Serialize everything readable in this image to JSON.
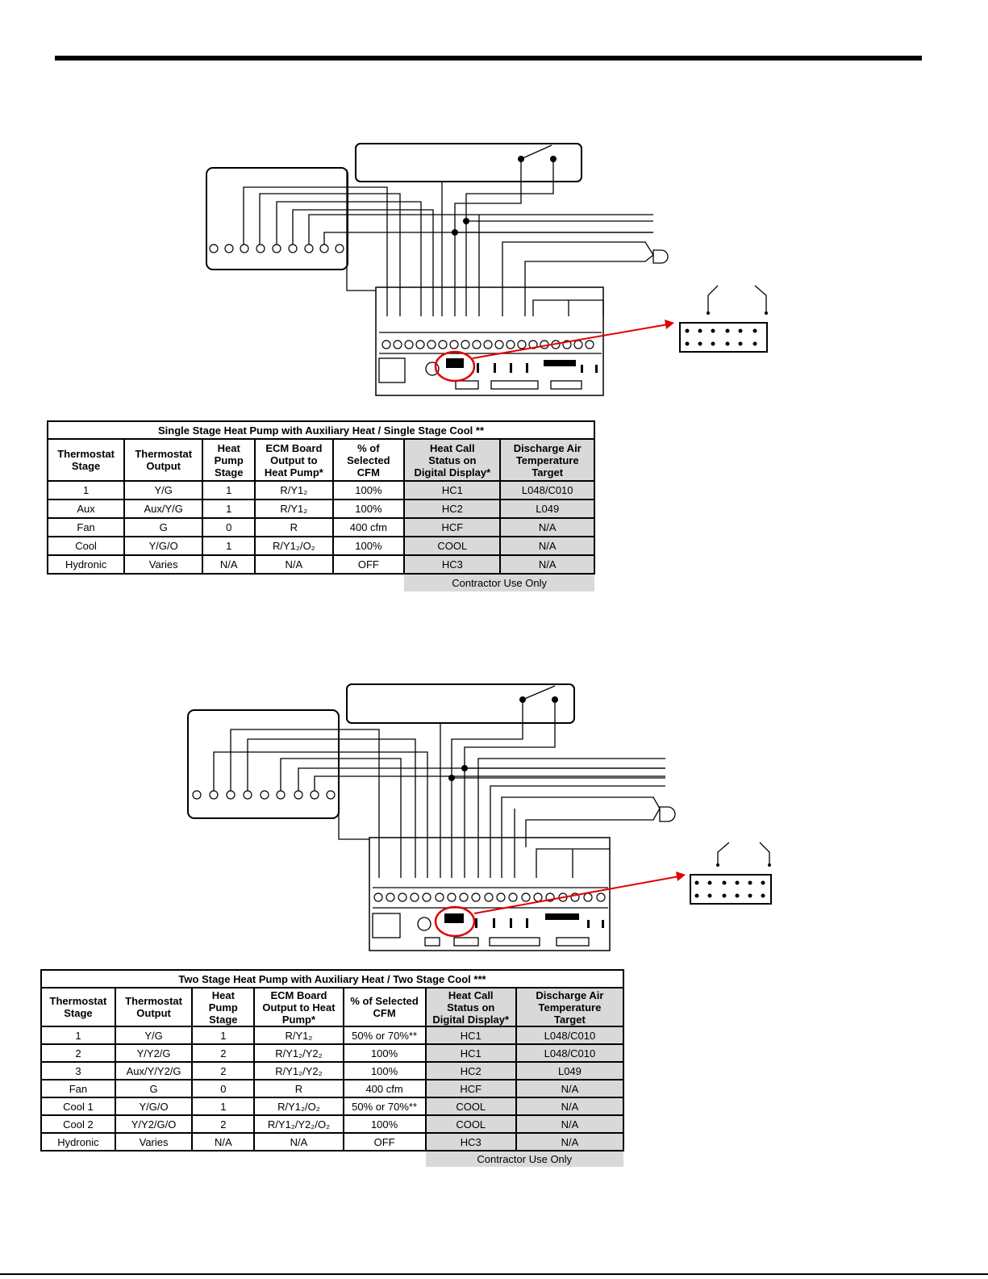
{
  "table1": {
    "title": "Single Stage Heat Pump with Auxiliary Heat / Single Stage Cool **",
    "headers": [
      [
        "Thermostat",
        "Stage"
      ],
      [
        "Thermostat",
        "Output"
      ],
      [
        "Heat",
        "Pump",
        "Stage"
      ],
      [
        "ECM Board",
        "Output to",
        "Heat Pump*"
      ],
      [
        "% of",
        "Selected",
        "CFM"
      ],
      [
        "Heat Call",
        "Status on",
        "Digital Display*"
      ],
      [
        "Discharge Air",
        "Temperature",
        "Target"
      ]
    ],
    "rows": [
      [
        "1",
        "Y/G",
        "1",
        "R/Y1₂",
        "100%",
        "HC1",
        "L048/C010"
      ],
      [
        "Aux",
        "Aux/Y/G",
        "1",
        "R/Y1₂",
        "100%",
        "HC2",
        "L049"
      ],
      [
        "Fan",
        "G",
        "0",
        "R",
        "400 cfm",
        "HCF",
        "N/A"
      ],
      [
        "Cool",
        "Y/G/O",
        "1",
        "R/Y1₂/O₂",
        "100%",
        "COOL",
        "N/A"
      ],
      [
        "Hydronic",
        "Varies",
        "N/A",
        "N/A",
        "OFF",
        "HC3",
        "N/A"
      ]
    ],
    "footer": "Contractor Use Only"
  },
  "table2": {
    "title": "Two Stage Heat Pump with Auxiliary Heat / Two Stage Cool ***",
    "headers": [
      [
        "Thermostat",
        "Stage"
      ],
      [
        "Thermostat",
        "Output"
      ],
      [
        "Heat",
        "Pump",
        "Stage"
      ],
      [
        "ECM Board",
        "Output to Heat",
        "Pump*"
      ],
      [
        "% of Selected",
        "CFM"
      ],
      [
        "Heat Call",
        "Status on",
        "Digital Display*"
      ],
      [
        "Discharge Air",
        "Temperature",
        "Target"
      ]
    ],
    "rows": [
      [
        "1",
        "Y/G",
        "1",
        "R/Y1₂",
        "50% or 70%**",
        "HC1",
        "L048/C010"
      ],
      [
        "2",
        "Y/Y2/G",
        "2",
        "R/Y1₂/Y2₂",
        "100%",
        "HC1",
        "L048/C010"
      ],
      [
        "3",
        "Aux/Y/Y2/G",
        "2",
        "R/Y1₂/Y2₂",
        "100%",
        "HC2",
        "L049"
      ],
      [
        "Fan",
        "G",
        "0",
        "R",
        "400 cfm",
        "HCF",
        "N/A"
      ],
      [
        "Cool 1",
        "Y/G/O",
        "1",
        "R/Y1₂/O₂",
        "50% or 70%**",
        "COOL",
        "N/A"
      ],
      [
        "Cool 2",
        "Y/Y2/G/O",
        "2",
        "R/Y1₂/Y2₂/O₂",
        "100%",
        "COOL",
        "N/A"
      ],
      [
        "Hydronic",
        "Varies",
        "N/A",
        "N/A",
        "OFF",
        "HC3",
        "N/A"
      ]
    ],
    "footer": "Contractor Use Only"
  }
}
